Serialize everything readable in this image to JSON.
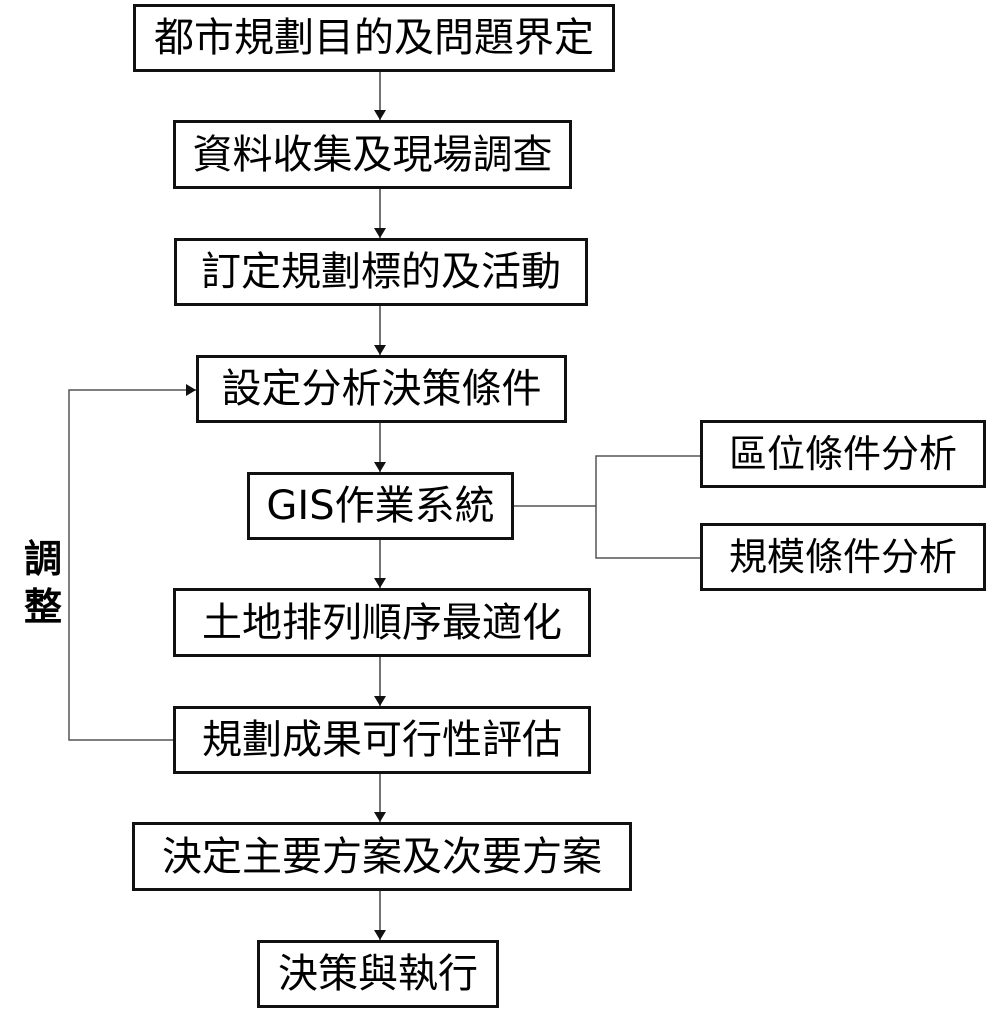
{
  "flow": {
    "steps": [
      {
        "label": "都市規劃目的及問題界定"
      },
      {
        "label": "資料收集及現場調查"
      },
      {
        "label": "訂定規劃標的及活動"
      },
      {
        "label": "設定分析決策條件"
      },
      {
        "label": "GIS作業系統"
      },
      {
        "label": "土地排列順序最適化"
      },
      {
        "label": "規劃成果可行性評估"
      },
      {
        "label": "決定主要方案及次要方案"
      },
      {
        "label": "決策與執行"
      }
    ],
    "side_branches": [
      {
        "label": "區位條件分析"
      },
      {
        "label": "規模條件分析"
      }
    ],
    "feedback_label": [
      "調",
      "整"
    ]
  },
  "colors": {
    "stroke": "#111111",
    "connector": "#555555",
    "background": "#ffffff"
  }
}
